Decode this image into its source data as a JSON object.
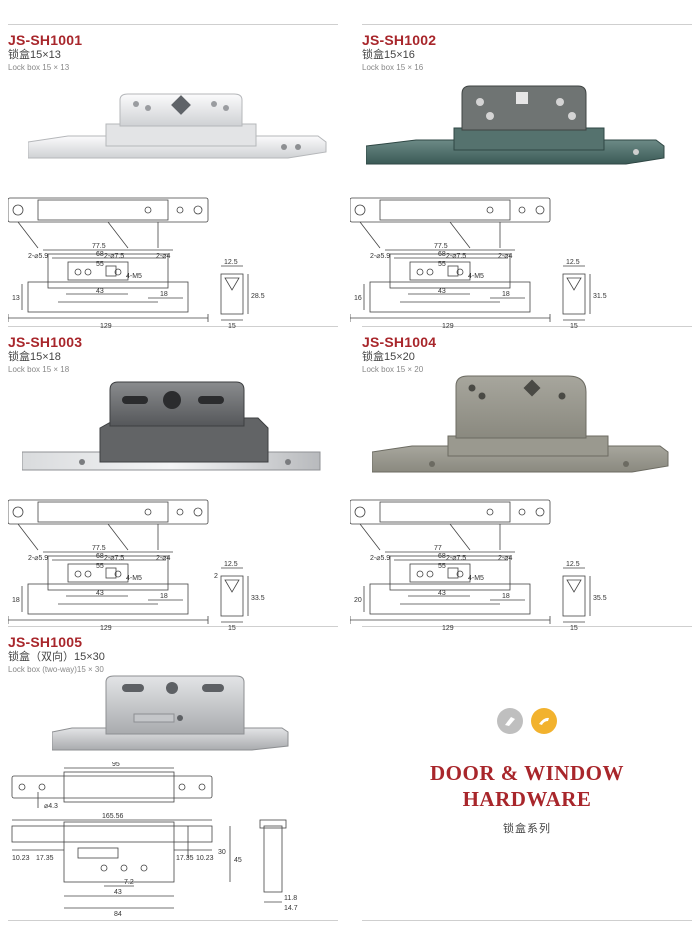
{
  "products": [
    {
      "code": "JS-SH1001",
      "name_cn": "锁盒15×13",
      "name_en": "Lock box 15 × 13",
      "dims": {
        "hole_a": "2-⌀5.9",
        "hole_b": "2-⌀7.5",
        "hole_c": "2-⌀4",
        "w1": "77.5",
        "w2": "68",
        "w3": "55",
        "w4": "43",
        "screw": "4-M5",
        "h": "13",
        "tab": "18",
        "total": "129",
        "side_w": "12.5",
        "side_h": "28.5",
        "side_base": "15"
      }
    },
    {
      "code": "JS-SH1002",
      "name_cn": "锁盒15×16",
      "name_en": "Lock box 15 × 16",
      "dims": {
        "hole_a": "2-⌀5.9",
        "hole_b": "2-⌀7.5",
        "hole_c": "2-⌀4",
        "w1": "77.5",
        "w2": "68",
        "w3": "55",
        "w4": "43",
        "screw": "4-M5",
        "h": "16",
        "tab": "18",
        "total": "129",
        "side_w": "12.5",
        "side_h": "31.5",
        "side_base": "15"
      }
    },
    {
      "code": "JS-SH1003",
      "name_cn": "锁盒15×18",
      "name_en": "Lock box 15 × 18",
      "dims": {
        "hole_a": "2-⌀5.9",
        "hole_b": "2-⌀7.5",
        "hole_c": "2-⌀4",
        "w1": "77.5",
        "w2": "68",
        "w3": "55",
        "w4": "43",
        "screw": "4-M5",
        "h": "18",
        "tab": "18",
        "total": "129",
        "side_w": "12.5",
        "side_h": "33.5",
        "side_top": "2",
        "side_base": "15"
      }
    },
    {
      "code": "JS-SH1004",
      "name_cn": "锁盒15×20",
      "name_en": "Lock box 15 × 20",
      "dims": {
        "hole_a": "2-⌀5.9",
        "hole_b": "2-⌀7.5",
        "hole_c": "2-⌀4",
        "w1": "77",
        "w2": "68",
        "w3": "55",
        "w4": "43",
        "screw": "4-M5",
        "h": "20",
        "tab": "18",
        "total": "129",
        "side_w": "12.5",
        "side_h": "35.5",
        "side_base": "15"
      }
    }
  ],
  "product5": {
    "code": "JS-SH1005",
    "name_cn": "锁盒（双向）15×30",
    "name_en": "Lock box (two-way)15 × 30",
    "dims": {
      "top_w": "95",
      "hole": "⌀4.3",
      "total": "165.56",
      "l1": "10.23",
      "l2": "17.35",
      "r1": "17.35",
      "r2": "10.23",
      "v1": "30",
      "v2": "45",
      "small": "7.2",
      "mid": "43",
      "base": "84",
      "side1": "11.8",
      "side2": "14.7"
    }
  },
  "brand": {
    "line1": "DOOR & WINDOW",
    "line2": "HARDWARE",
    "sub": "锁盒系列"
  },
  "colors": {
    "accent": "#a8262b",
    "box_white": "#e9eaec",
    "box_green": "#4a6e69",
    "box_grey": "#6f7173",
    "box_taupe": "#9c9b92",
    "box_silver": "#c8cacc"
  }
}
